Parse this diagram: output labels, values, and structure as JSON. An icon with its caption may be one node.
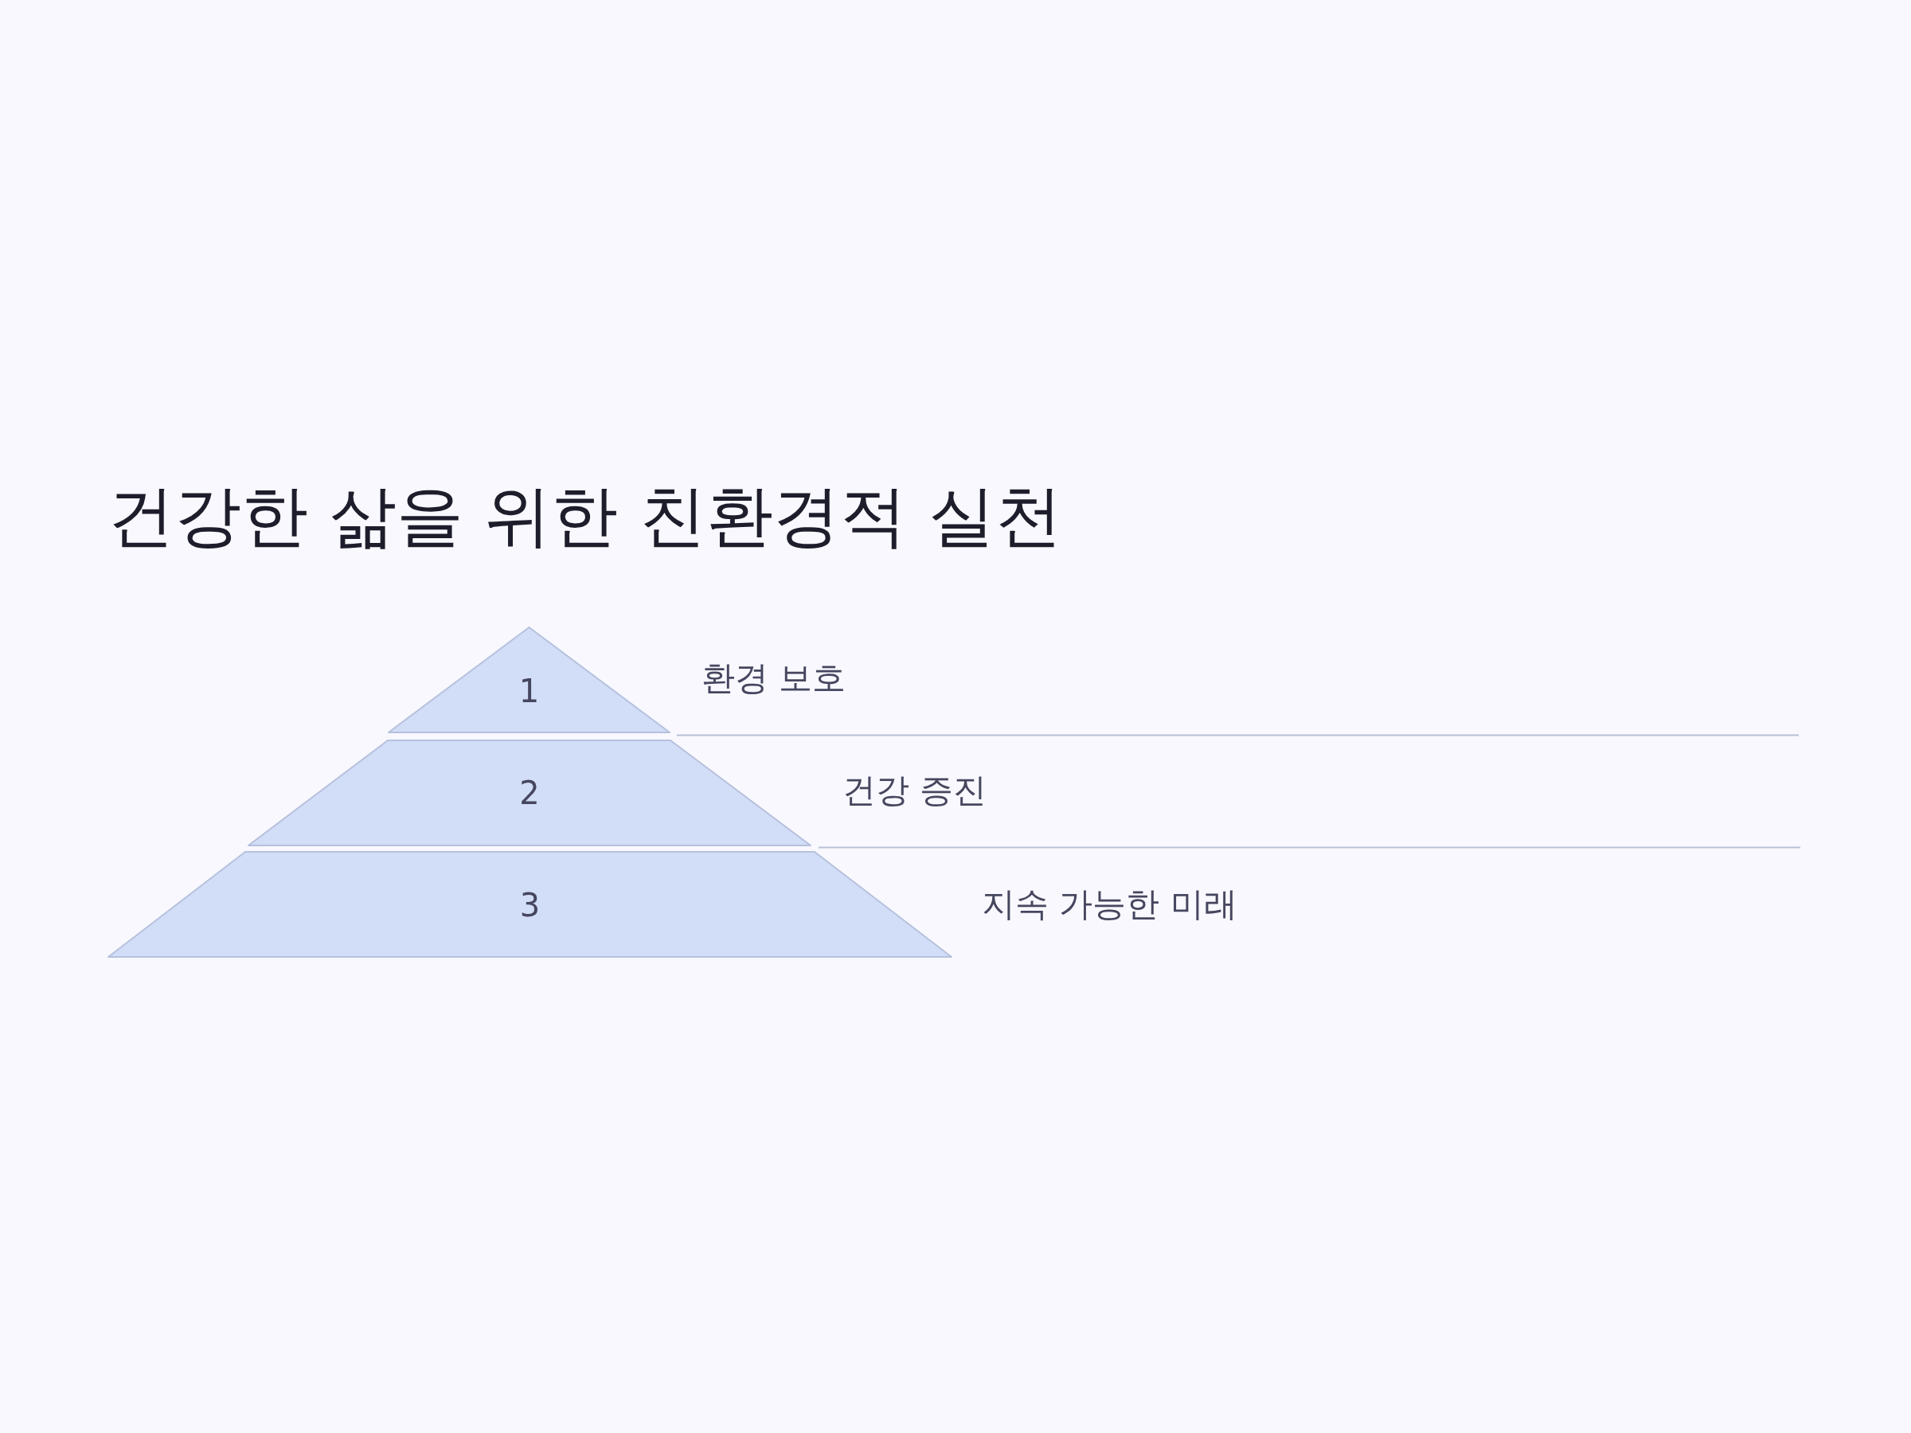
{
  "diagram": {
    "title": "건강한 삶을 위한 친환경적 실천",
    "nodes": [
      {
        "text": [
          "1"
        ],
        "beside": [
          "환경 보호"
        ]
      },
      {
        "text": [
          "2"
        ],
        "beside": [
          "건강 증진"
        ]
      },
      {
        "text": [
          "3"
        ],
        "beside": [
          "지속 가능한 미래"
        ]
      }
    ]
  }
}
